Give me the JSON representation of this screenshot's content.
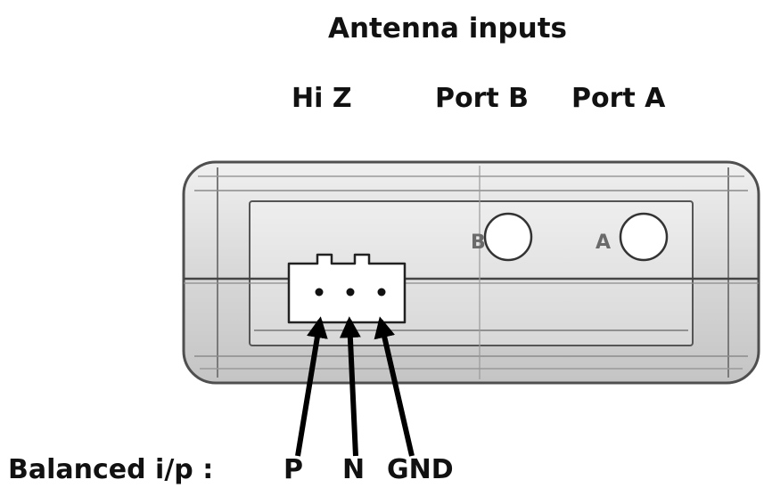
{
  "title": "Antenna inputs",
  "ports": {
    "hiz": "Hi Z",
    "port_b": "Port B",
    "port_a": "Port A"
  },
  "device": {
    "socket_b_letter": "B",
    "socket_a_letter": "A"
  },
  "balanced": {
    "label": "Balanced i/p :",
    "pins": [
      "P",
      "N",
      "GND"
    ]
  }
}
